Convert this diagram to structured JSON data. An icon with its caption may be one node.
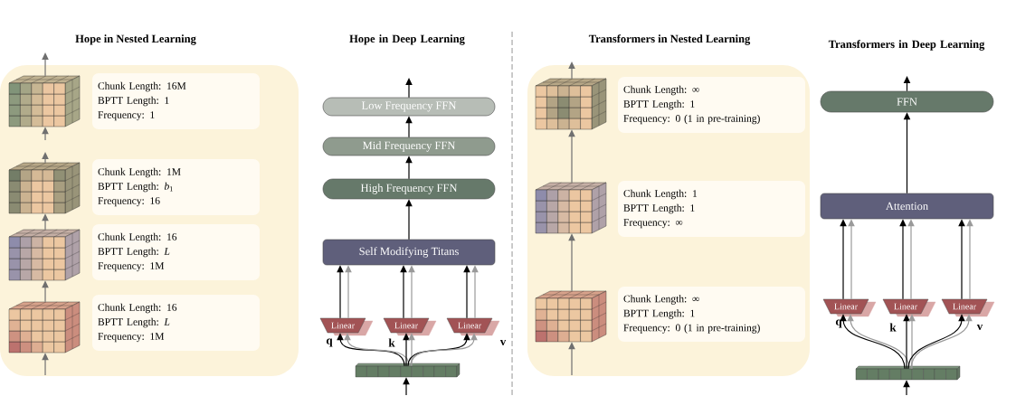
{
  "diagram": {
    "nodes": [
      {
        "text": [
          "Hope in Nested Learning"
        ]
      },
      {
        "text": [],
        "shape": "cube",
        "in": 0
      },
      {
        "text": [
          "Chunk Length: 16M",
          "BPTT Length: 1",
          "Frequency: 1"
        ],
        "in": 0
      },
      {
        "text": [],
        "shape": "cube",
        "in": 0
      },
      {
        "text": [
          "Chunk Length: 1M",
          "BPTT Length: *b*$_{1}$",
          "Frequency: 16"
        ],
        "in": 0
      },
      {
        "text": [],
        "shape": "cube",
        "in": 0
      },
      {
        "text": [
          "Chunk Length: 16",
          "BPTT Length: *L*",
          "Frequency: 1M"
        ],
        "in": 0
      },
      {
        "text": [],
        "shape": "cube",
        "in": 0
      },
      {
        "text": [
          "Chunk Length: 16",
          "BPTT Length: *L*",
          "Frequency: 1M"
        ],
        "in": 0
      },
      {
        "text": [
          "Low Frequency FFN"
        ]
      },
      {
        "text": [
          "Mid Frequency FFN"
        ]
      },
      {
        "text": [
          "High Frequency FFN"
        ]
      },
      {
        "text": [
          "Self Modifying Titans"
        ]
      },
      {
        "text": [
          "Linear"
        ],
        "beside": [
          "q"
        ]
      },
      {
        "text": [
          "Linear"
        ],
        "beside": [
          "k"
        ]
      },
      {
        "text": [
          "Linear"
        ],
        "beside": [
          "v"
        ]
      },
      {
        "text": [],
        "shape": "bar"
      },
      {
        "text": [
          "Transformers in Nested Learning"
        ]
      },
      {
        "text": [],
        "shape": "cube",
        "in": 17
      },
      {
        "text": [
          "Chunk Length: ∞",
          "BPTT Length: 1",
          "Frequency: 0 (1 in pre-training)"
        ],
        "in": 17
      },
      {
        "text": [],
        "shape": "cube",
        "in": 17
      },
      {
        "text": [
          "Chunk Length: 1",
          "BPTT Length: 1",
          "Frequency: ∞"
        ],
        "in": 17
      },
      {
        "text": [],
        "shape": "cube",
        "in": 17
      },
      {
        "text": [
          "Chunk Length: ∞",
          "BPTT Length: 1",
          "Frequency: 0 (1 in pre-training)"
        ],
        "in": 17
      },
      {
        "text": [
          "FFN"
        ]
      },
      {
        "text": [
          "Attention"
        ]
      },
      {
        "text": [
          "Linear"
        ],
        "beside": [
          "q"
        ]
      },
      {
        "text": [
          "Linear"
        ],
        "beside": [
          "k"
        ]
      },
      {
        "text": [
          "Linear"
        ],
        "beside": [
          "v"
        ]
      },
      {
        "text": [],
        "shape": "bar"
      }
    ],
    "edges": [
      {
        "from": 1,
        "to": null,
        "arrow": "to",
        "color": "#6f6f6f"
      },
      {
        "from": 3,
        "to": null,
        "arrow": "to",
        "color": "#6f6f6f"
      },
      {
        "from": null,
        "to": 1,
        "arrow": "to",
        "color": "#6f6f6f"
      },
      {
        "from": 5,
        "to": 3,
        "arrow": "to",
        "color": "#6f6f6f"
      },
      {
        "from": 7,
        "to": 5,
        "arrow": "to",
        "color": "#6f6f6f"
      },
      {
        "from": null,
        "to": 7,
        "arrow": "to",
        "color": "#6f6f6f"
      },
      {
        "from": 9,
        "to": null,
        "arrow": "to"
      },
      {
        "from": 10,
        "to": 9,
        "arrow": "to"
      },
      {
        "from": 11,
        "to": 10,
        "arrow": "to"
      },
      {
        "from": 12,
        "to": 11,
        "arrow": "to"
      },
      {
        "from": 13,
        "to": 12,
        "arrow": "to"
      },
      {
        "from": 13,
        "to": 12,
        "arrow": "to",
        "color": "#9a9a9a"
      },
      {
        "from": 14,
        "to": 12,
        "arrow": "to"
      },
      {
        "from": 14,
        "to": 12,
        "arrow": "to",
        "color": "#9a9a9a"
      },
      {
        "from": 15,
        "to": 12,
        "arrow": "to"
      },
      {
        "from": 15,
        "to": 12,
        "arrow": "to",
        "color": "#9a9a9a"
      },
      {
        "from": 16,
        "to": 13,
        "arrow": "to"
      },
      {
        "from": 16,
        "to": 13,
        "arrow": "to",
        "color": "#9a9a9a"
      },
      {
        "from": 16,
        "to": 14,
        "arrow": "to"
      },
      {
        "from": 16,
        "to": 14,
        "arrow": "to",
        "color": "#9a9a9a"
      },
      {
        "from": 16,
        "to": 15,
        "arrow": "to"
      },
      {
        "from": 16,
        "to": 15,
        "arrow": "to",
        "color": "#9a9a9a"
      },
      {
        "from": null,
        "to": 16,
        "arrow": "to"
      },
      {
        "from": 18,
        "to": null,
        "arrow": "to",
        "color": "#6f6f6f"
      },
      {
        "from": 20,
        "to": 18,
        "arrow": "to",
        "color": "#6f6f6f"
      },
      {
        "from": 22,
        "to": 20,
        "arrow": "to",
        "color": "#6f6f6f"
      },
      {
        "from": null,
        "to": 22,
        "arrow": "to",
        "color": "#6f6f6f"
      },
      {
        "from": 24,
        "to": null,
        "arrow": "to"
      },
      {
        "from": 25,
        "to": 24,
        "arrow": "to"
      },
      {
        "from": 26,
        "to": 25,
        "arrow": "to"
      },
      {
        "from": 26,
        "to": 25,
        "arrow": "to",
        "color": "#9a9a9a"
      },
      {
        "from": 27,
        "to": 25,
        "arrow": "to"
      },
      {
        "from": 27,
        "to": 25,
        "arrow": "to",
        "color": "#9a9a9a"
      },
      {
        "from": 28,
        "to": 25,
        "arrow": "to"
      },
      {
        "from": 28,
        "to": 25,
        "arrow": "to",
        "color": "#9a9a9a"
      },
      {
        "from": 29,
        "to": 26,
        "arrow": "to"
      },
      {
        "from": 29,
        "to": 26,
        "arrow": "to",
        "color": "#9a9a9a"
      },
      {
        "from": 29,
        "to": 27,
        "arrow": "to"
      },
      {
        "from": 29,
        "to": 27,
        "arrow": "to",
        "color": "#9a9a9a"
      },
      {
        "from": 29,
        "to": 28,
        "arrow": "to"
      },
      {
        "from": 29,
        "to": 28,
        "arrow": "to",
        "color": "#9a9a9a"
      },
      {
        "from": null,
        "to": 29,
        "arrow": "to"
      }
    ],
    "labels": [
      "Hope in Deep Learning",
      "Transformers in Deep Learning"
    ]
  }
}
